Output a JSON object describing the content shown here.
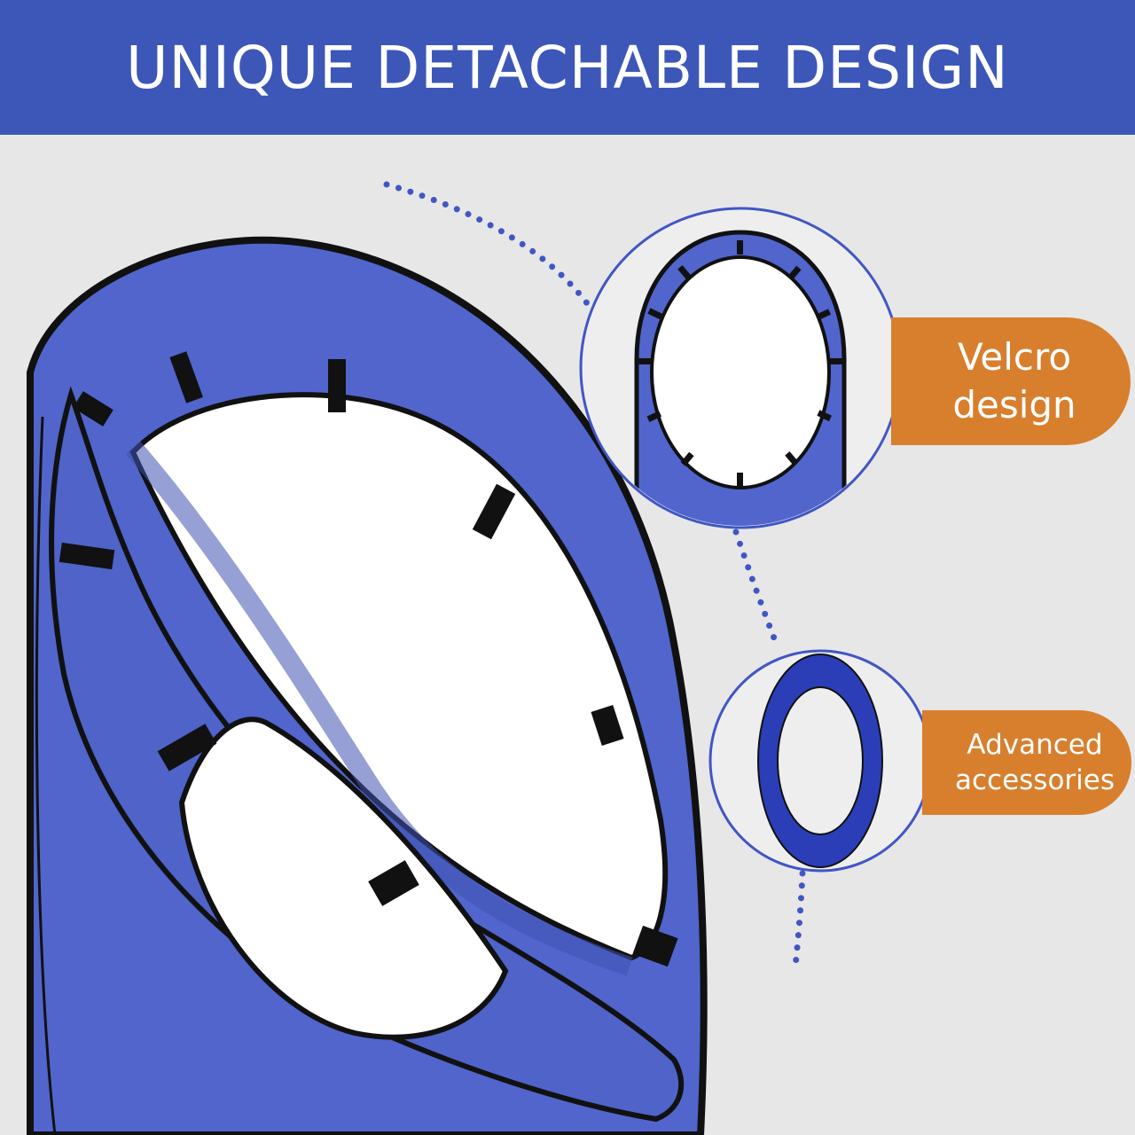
{
  "header": {
    "title": "UNIQUE DETACHABLE DESIGN"
  },
  "callouts": {
    "velcro": {
      "line1": "Velcro",
      "line2": "design"
    },
    "advanced": {
      "line1": "Advanced",
      "line2": "accessories"
    }
  },
  "colors": {
    "header_blue": "#3d57b8",
    "product_blue": "#5165cc",
    "ring_blue": "#2b3eb8",
    "label_orange": "#d87f2d",
    "background": "#e7e7e7"
  }
}
